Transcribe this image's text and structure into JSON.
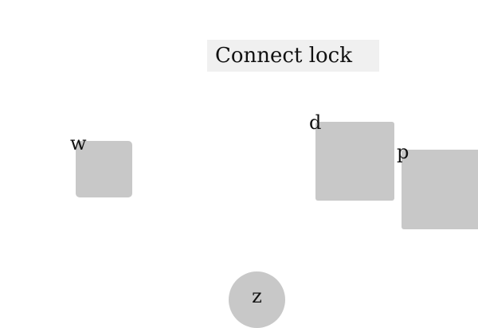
{
  "title": "Connect lock",
  "nodes": [
    {
      "id": "w",
      "label": "w",
      "shape": "rounded-square"
    },
    {
      "id": "d",
      "label": "d",
      "shape": "square"
    },
    {
      "id": "p",
      "label": "p",
      "shape": "square"
    },
    {
      "id": "z",
      "label": "z",
      "shape": "circle"
    }
  ],
  "colors": {
    "background": "#ffffff",
    "title_background": "#f0f0f0",
    "node_fill": "#c8c8c8",
    "text": "#111111"
  }
}
